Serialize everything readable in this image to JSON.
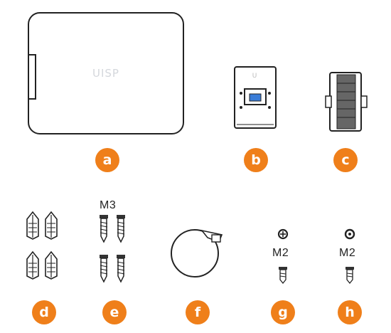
{
  "accent": "#ef7f1a",
  "items": [
    {
      "id": "a",
      "label": "a",
      "icon": "console-device-icon",
      "logo": "UISP"
    },
    {
      "id": "b",
      "label": "b",
      "icon": "mounting-bracket-icon"
    },
    {
      "id": "c",
      "label": "c",
      "icon": "pole-mount-icon"
    },
    {
      "id": "d",
      "label": "d",
      "icon": "wall-anchors-icon"
    },
    {
      "id": "e",
      "label": "e",
      "icon": "screws-icon",
      "size": "M3"
    },
    {
      "id": "f",
      "label": "f",
      "icon": "hose-clamp-icon"
    },
    {
      "id": "g",
      "label": "g",
      "icon": "phillips-screw-icon",
      "size": "M2"
    },
    {
      "id": "h",
      "label": "h",
      "icon": "torx-screw-icon",
      "size": "M2"
    }
  ]
}
